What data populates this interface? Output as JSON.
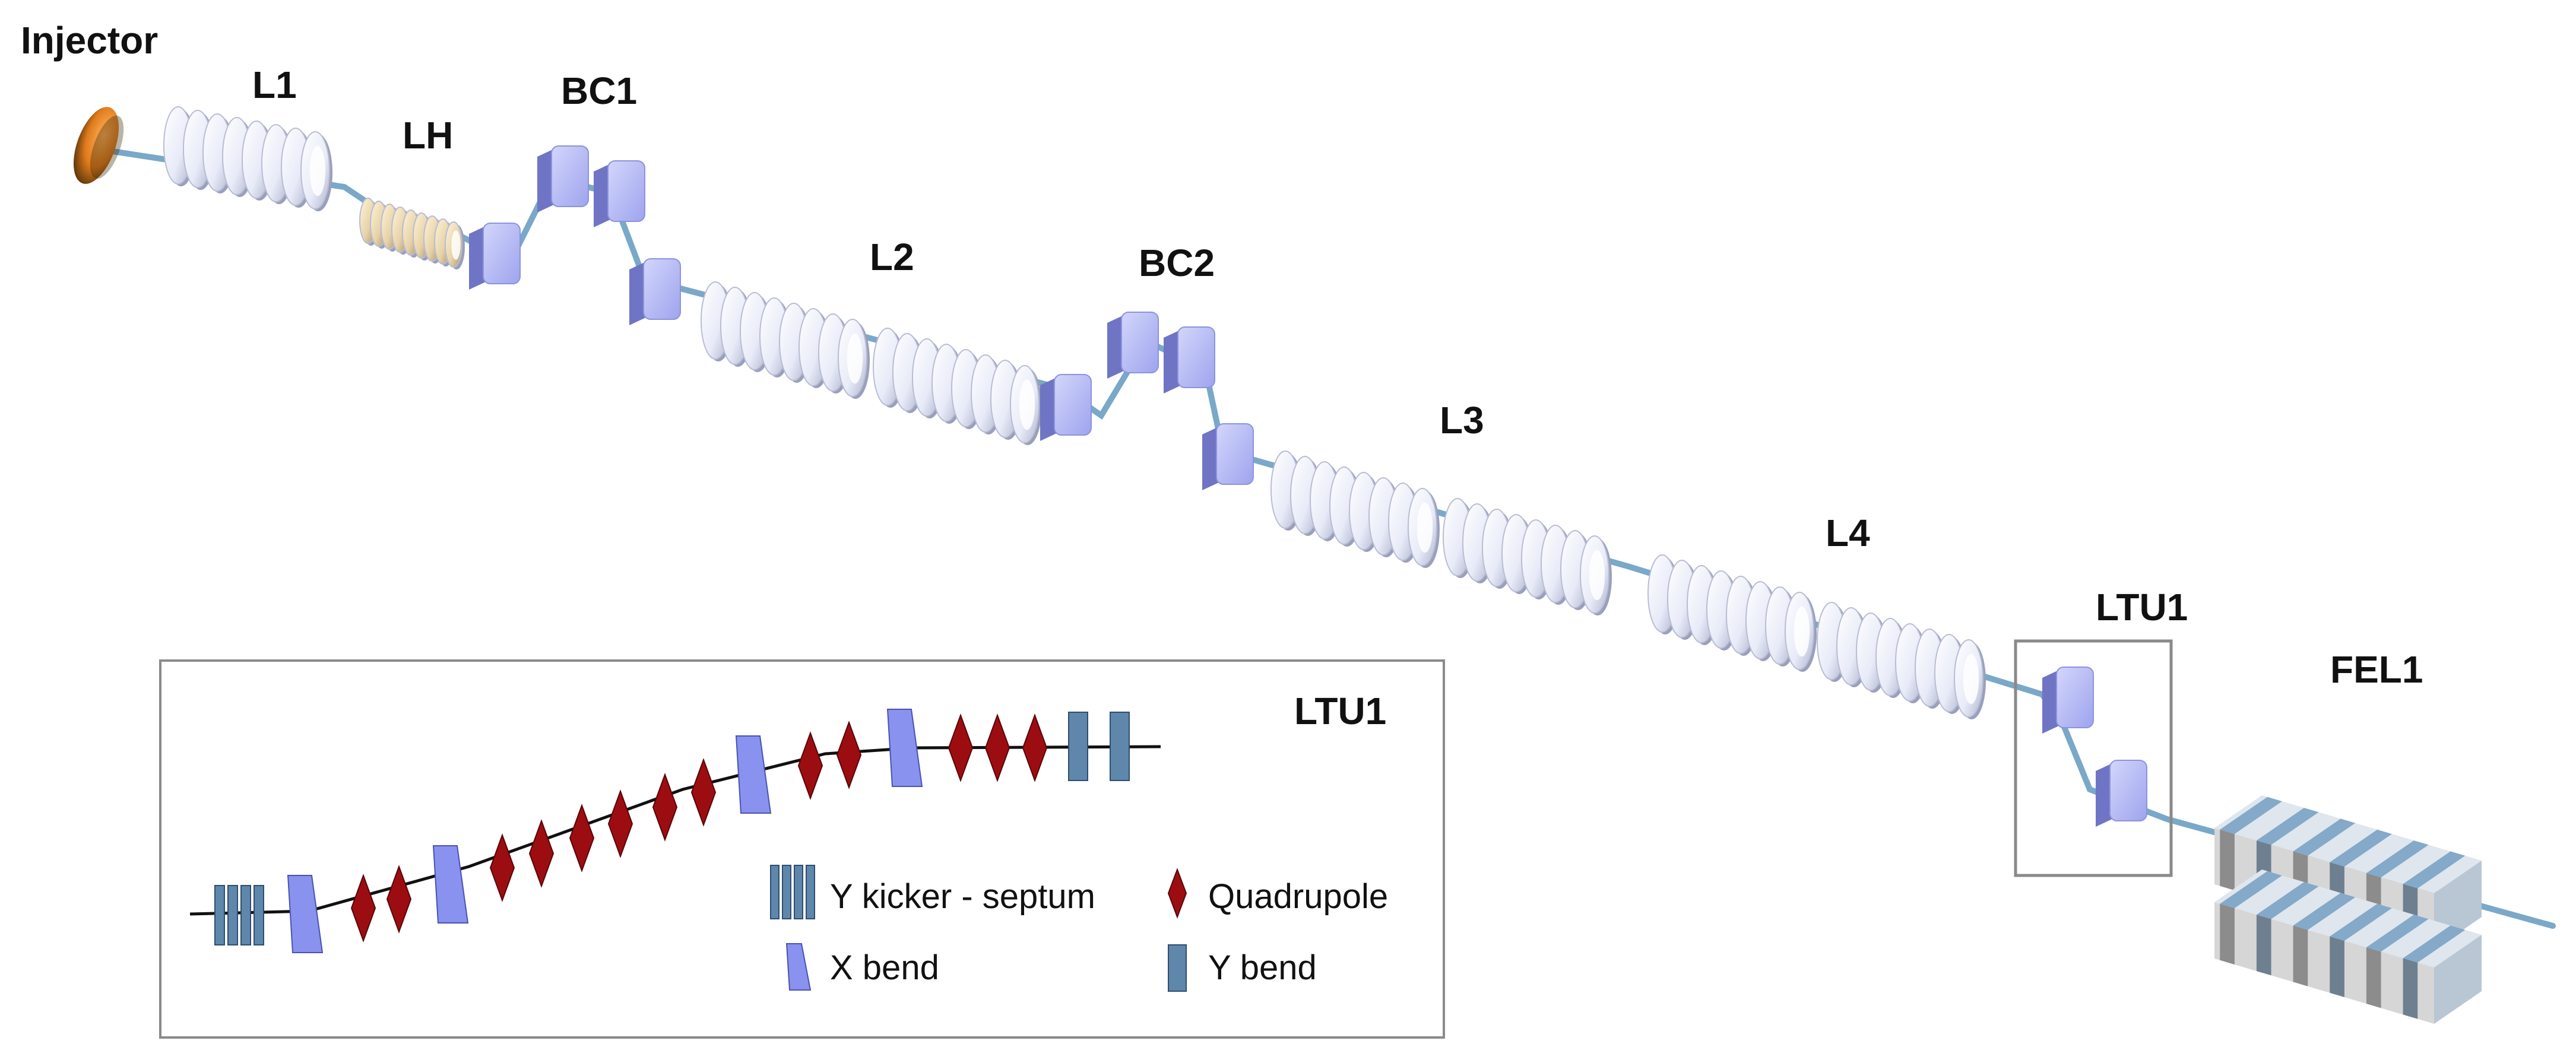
{
  "labels": {
    "injector": "Injector",
    "l1": "L1",
    "lh": "LH",
    "bc1": "BC1",
    "l2": "L2",
    "bc2": "BC2",
    "l3": "L3",
    "l4": "L4",
    "ltu1": "LTU1",
    "fel1": "FEL1"
  },
  "inset": {
    "title": "LTU1",
    "legend": {
      "y_kicker_septum": "Y kicker - septum",
      "quadrupole": "Quadrupole",
      "x_bend": "X bend",
      "y_bend": "Y bend"
    }
  },
  "colors": {
    "beam": "#7aa8c8",
    "cavity": "#eef0fb",
    "dipole": "#a6abef",
    "quadrupole": "#9c0d12",
    "y_element": "#5f87ac",
    "x_bend": "#8a92f0",
    "frame": "#8a8a8a",
    "undulator_blue": "#84a9c9",
    "undulator_grey": "#8c8c8c"
  }
}
